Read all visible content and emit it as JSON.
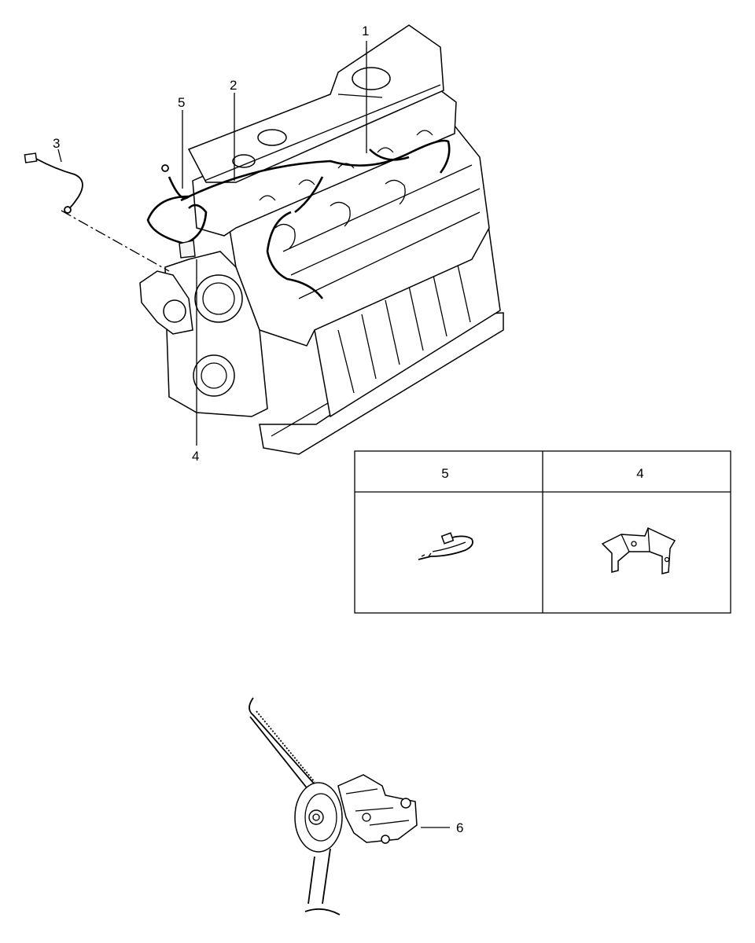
{
  "callouts": {
    "c1": "1",
    "c2": "2",
    "c3": "3",
    "c4": "4",
    "c5": "5",
    "c6": "6"
  },
  "detail_table": {
    "headers": [
      "5",
      "4"
    ]
  }
}
